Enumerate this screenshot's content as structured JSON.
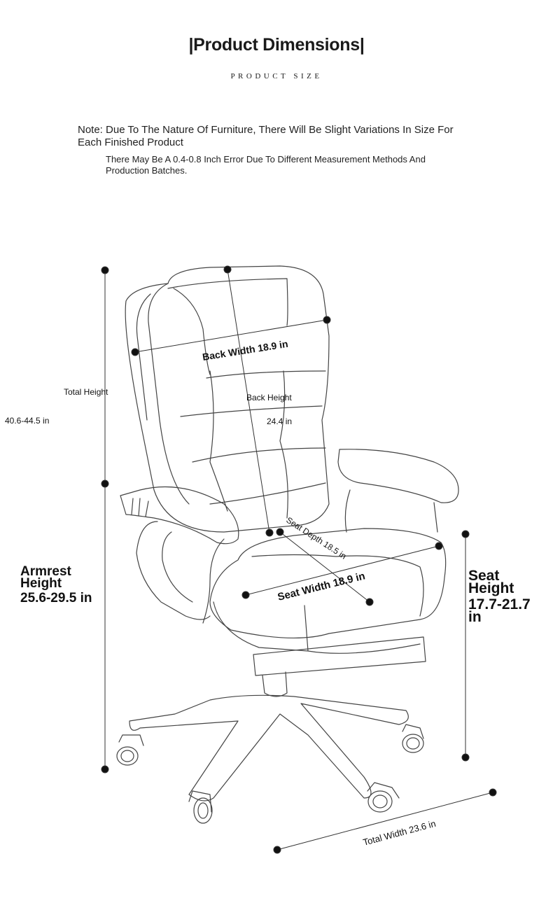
{
  "header": {
    "title": "|Product Dimensions|",
    "subtitle": "PRODUCT SIZE"
  },
  "notes": {
    "primary": "Note: Due To The Nature Of Furniture, There Will Be Slight Variations In Size For Each Finished Product",
    "secondary": "There May Be A 0.4-0.8 Inch Error Due To Different Measurement Methods And Production Batches."
  },
  "dimensions": {
    "total_height_label": "Total Height",
    "total_height_value": "40.6-44.5 in",
    "back_width": "Back Width 18.9 in",
    "back_height_label": "Back Height",
    "back_height_value": "24.4 in",
    "seat_depth": "Seat Depth 18.5 in",
    "seat_width": "Seat Width 18.9 in",
    "armrest_line1": "Armrest",
    "armrest_line2": "Height",
    "armrest_value": "25.6-29.5 in",
    "seat_height_line1": "Seat",
    "seat_height_line2": "Height",
    "seat_height_value1": "17.7-21.7",
    "seat_height_value2": "in",
    "total_width": "Total Width 23.6 in"
  },
  "colors": {
    "text": "#1a1a1a",
    "line": "#333333",
    "background": "#ffffff"
  }
}
